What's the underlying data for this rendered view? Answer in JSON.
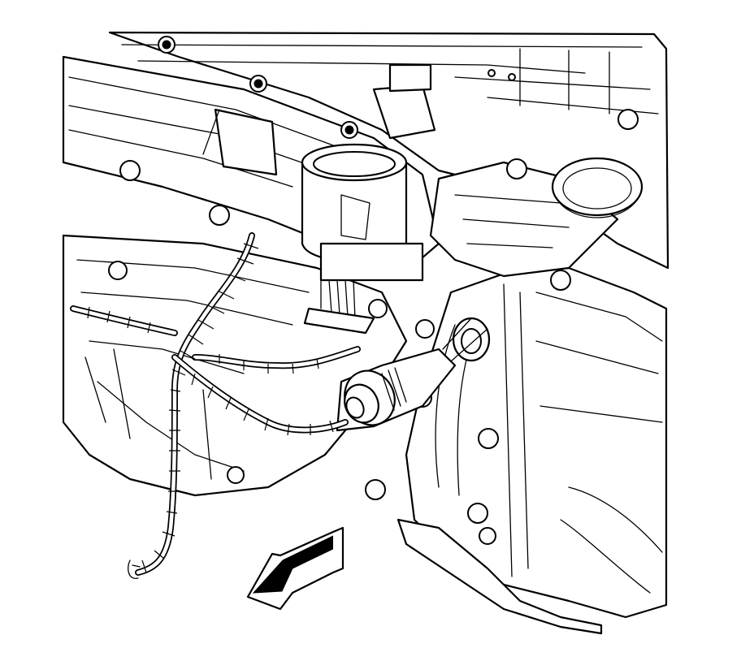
{
  "figure": {
    "colors": {
      "line": "#000000",
      "background": "#ffffff"
    },
    "components": [
      {
        "id": "engine-block",
        "icon": "engine-block-outline"
      },
      {
        "id": "throttle-body-opening",
        "icon": "round-bore"
      },
      {
        "id": "intake-port",
        "icon": "round-bore"
      },
      {
        "id": "wiring-harness",
        "icon": "corrugated-wire-loom"
      },
      {
        "id": "electrical-connector",
        "icon": "round-connector"
      },
      {
        "id": "front-direction-arrow",
        "icon": "arrow-left-down"
      }
    ]
  }
}
